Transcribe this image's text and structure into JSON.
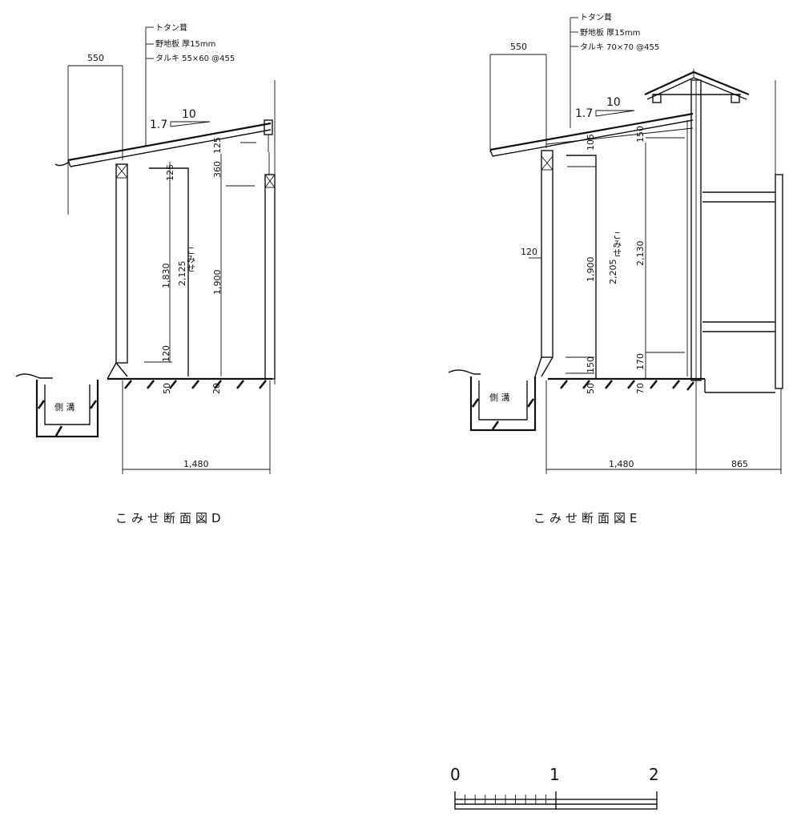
{
  "section_d": {
    "roof_notes": [
      "トタン葺",
      "野地板 厚15mm",
      "タルキ 55×60 @455"
    ],
    "eave_dim": "550",
    "slope_rise": "1.7",
    "slope_run": "10",
    "room_label": "こみせ",
    "dims": {
      "d125a": "125",
      "d125b": "125",
      "d360": "360",
      "d1830": "1,830",
      "d2125": "2,125",
      "d1900": "1,900",
      "d120": "120",
      "d50": "50",
      "d20": "20"
    },
    "gutter": "側 溝",
    "width_dim": "1,480",
    "caption": "こみせ断面図D"
  },
  "section_e": {
    "roof_notes": [
      "トタン葺",
      "野地板 厚15mm",
      "タルキ 70×70 @455"
    ],
    "eave_dim": "550",
    "slope_rise": "1.7",
    "slope_run": "10",
    "room_label": "こみせ",
    "dims": {
      "d105": "105",
      "d150a": "150",
      "d120": "120",
      "d1900": "1,900",
      "d2205": "2,205",
      "d2130": "2,130",
      "d150b": "150",
      "d170": "170",
      "d50": "50",
      "d70": "70"
    },
    "gutter": "側 溝",
    "width_dim": "1,480",
    "width_dim2": "865",
    "caption": "こみせ断面図E"
  },
  "scale_bar": {
    "labels": [
      "0",
      "1",
      "2"
    ]
  }
}
